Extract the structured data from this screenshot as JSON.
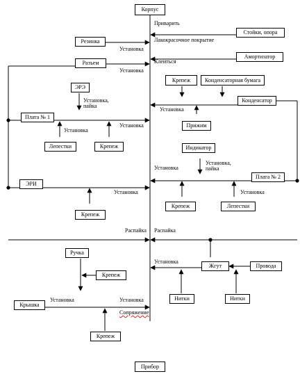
{
  "boxes": {
    "korpus": "Корпус",
    "rezinka": "Резинка",
    "stoiki": "Стойки, опора",
    "razyem": "Разъем",
    "amortizator": "Амортизатор",
    "krepezh_top": "Крепеж",
    "kondens_bumaga": "Конденсаторная бумага",
    "ere": "ЭРЭ",
    "kondensator": "Конденсатор",
    "plata1": "Плата № 1",
    "prizhim": "Прижим",
    "lepestki1": "Лепестки",
    "krepezh_p1": "Крепеж",
    "indikator": "Индикатор",
    "plata2": "Плата № 2",
    "eri": "ЭРИ",
    "krepezh_p2a": "Крепеж",
    "lepestki2": "Лепестки",
    "krepezh_eri": "Крепеж",
    "ruchka": "Ручка",
    "zhgut": "Жгут",
    "provoda": "Провода",
    "krepezh_ruchka": "Крепеж",
    "kryshka": "Крышка",
    "nitki1": "Нитки",
    "nitki2": "Нитки",
    "krepezh_bottom": "Крепеж",
    "pribor": "Прибор"
  },
  "labels": {
    "privarit": "Приварить",
    "lakokras": "Лакокрасочное покрытие",
    "ustanovka_rezinka": "Установка",
    "kleitsya": "Клеиться",
    "ustanovka_razyem": "Установка",
    "ustanovka_paika_ere_1": "Установка,",
    "ustanovka_paika_ere_2": "пайка",
    "ustanovka_kondens": "Установка",
    "ustanovka_plata1_left": "Установка",
    "ustanovka_plata1_right": "Установка",
    "ustanovka_paika_ind_1": "Установка,",
    "ustanovka_paika_ind_2": "пайка",
    "ustanovka_plata2_left": "Установка",
    "ustanovka_plata2_right": "Установка",
    "ustanovka_eri": "Установка",
    "raspaika_left": "Распайка",
    "raspaika_right": "Распайка",
    "ustanovka_zhgut": "Установка",
    "ustanovka_kryshka_left": "Установка",
    "ustanovka_kryshka_right": "Установка",
    "sopryazhenie": "Сопряжение"
  }
}
